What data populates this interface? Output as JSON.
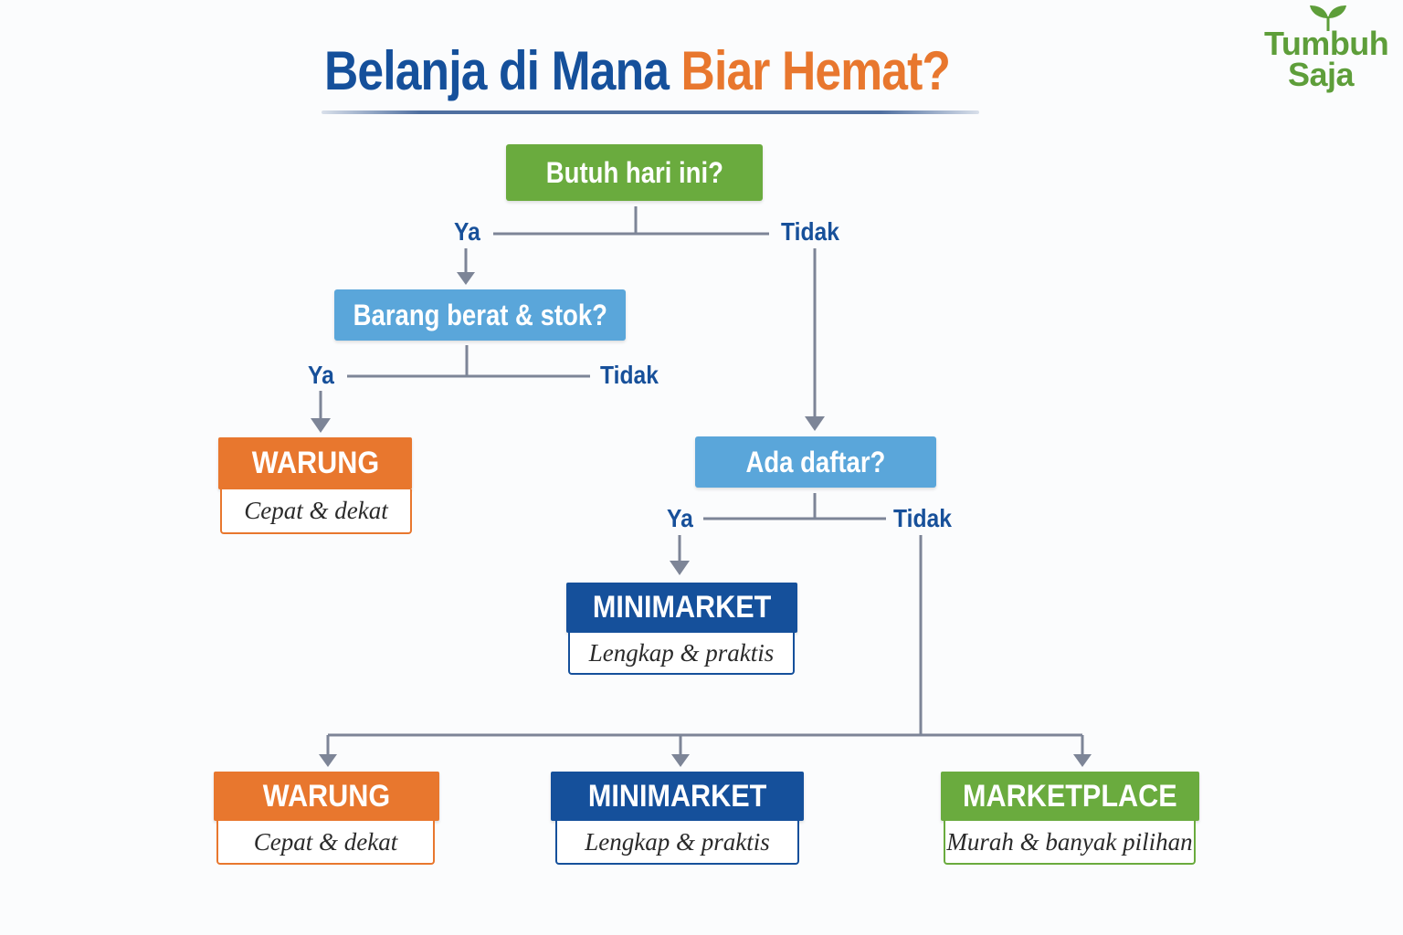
{
  "title": {
    "part1": "Belanja di Mana",
    "part2": "Biar Hemat?"
  },
  "logo": {
    "line1": "Tumbuh",
    "line2": "Saja"
  },
  "questions": {
    "q1": "Butuh hari ini?",
    "q2": "Barang berat & stok?",
    "q3": "Ada daftar?"
  },
  "branches": {
    "q1_yes": "Ya",
    "q1_no": "Tidak",
    "q2_yes": "Ya",
    "q2_no": "Tidak",
    "q3_yes": "Ya",
    "q3_no": "Tidak"
  },
  "results": {
    "warung_top": {
      "title": "WARUNG",
      "desc": "Cepat & dekat"
    },
    "minimarket_mid": {
      "title": "MINIMARKET",
      "desc": "Lengkap & praktis"
    },
    "warung_bottom": {
      "title": "WARUNG",
      "desc": "Cepat & dekat"
    },
    "minimarket_bottom": {
      "title": "MINIMARKET",
      "desc": "Lengkap & praktis"
    },
    "marketplace_bottom": {
      "title": "MARKETPLACE",
      "desc": "Murah & banyak pilihan"
    }
  },
  "colors": {
    "navy": "#15509b",
    "orange": "#e8772e",
    "green": "#6aab3e",
    "light_blue": "#5aa6da",
    "connector": "#7d8597"
  }
}
